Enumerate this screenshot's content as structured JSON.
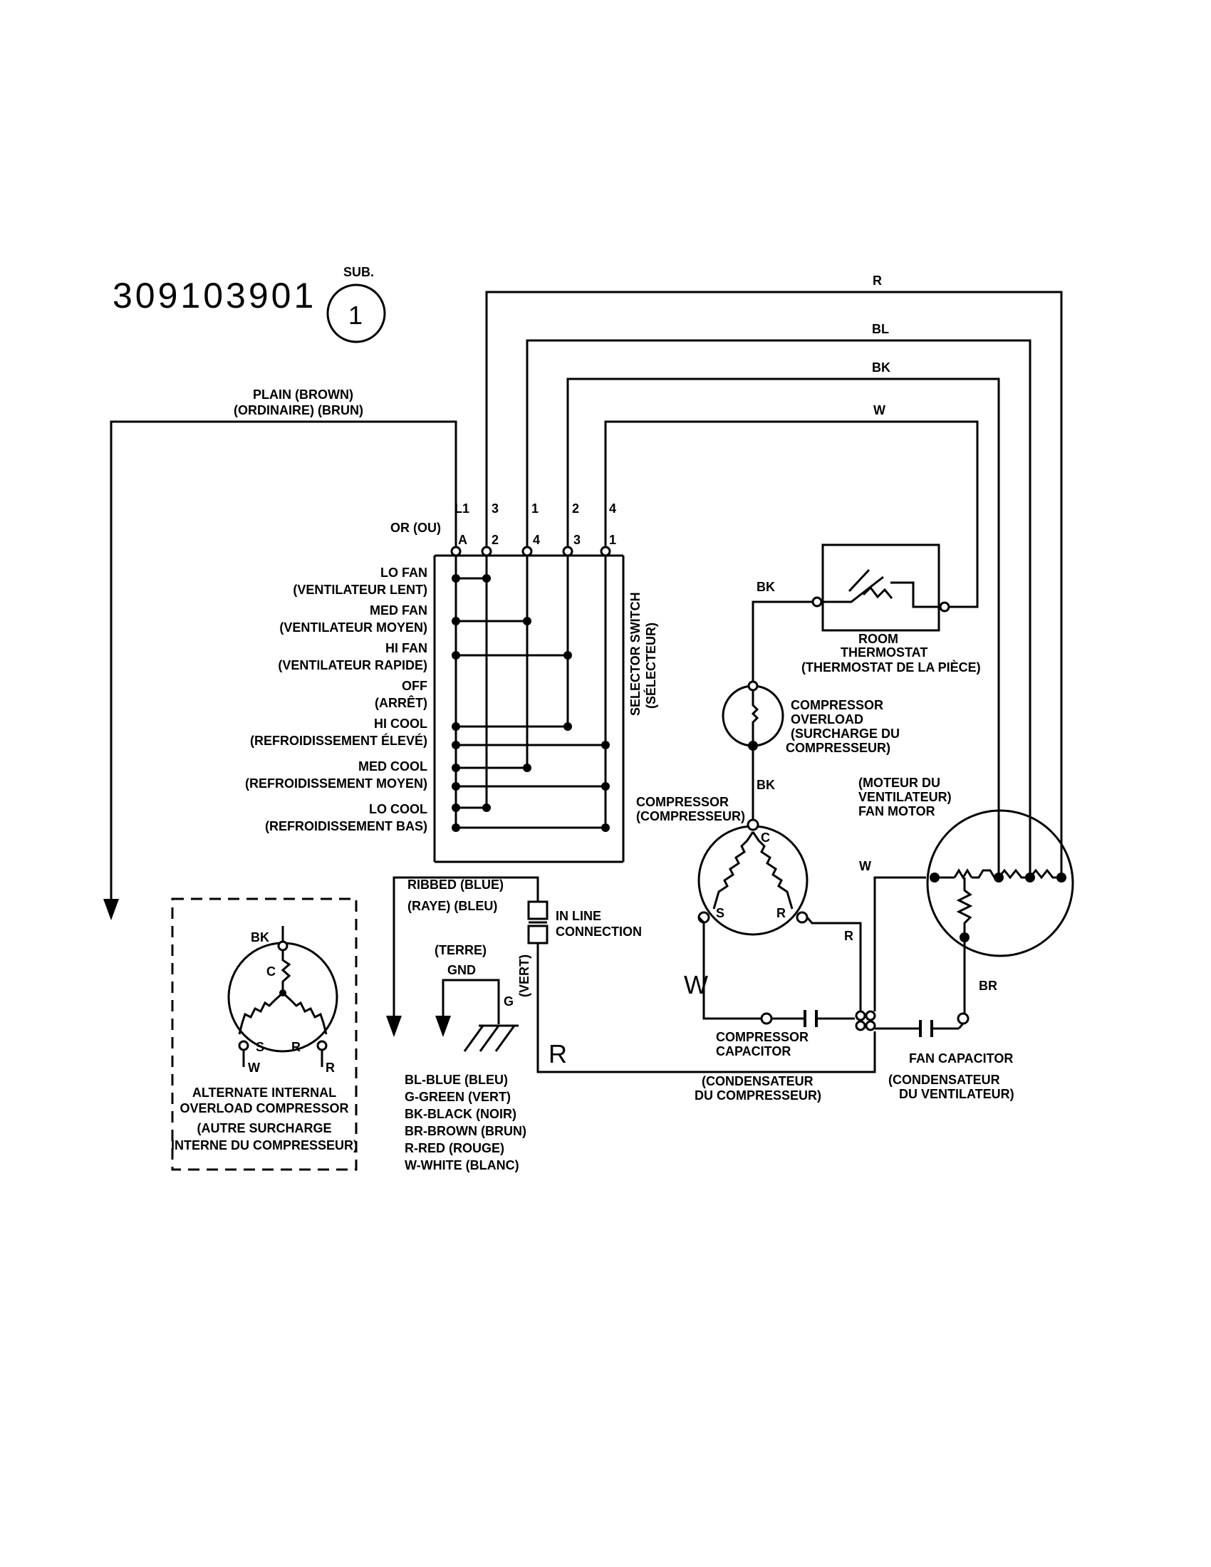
{
  "header": {
    "part_number": "309103901",
    "sub_label": "SUB.",
    "sub_number": "1"
  },
  "wires": {
    "top_r": "R",
    "top_bl": "BL",
    "top_bk": "BK",
    "top_w": "W",
    "plain_line1": "PLAIN   (BROWN)",
    "plain_line2": "(ORDINAIRE)   (BRUN)",
    "ribbed_line1": "RIBBED  (BLUE)",
    "ribbed_line2": "(RAYE)  (BLEU)",
    "vert": "(VERT)",
    "thermo_bk": "BK",
    "comp_bk": "BK",
    "fan_w": "W",
    "cap_r": "R",
    "fan_br": "BR",
    "big_w": "W",
    "big_r": "R"
  },
  "selector": {
    "or_label": "OR (OU)",
    "top_terminals": [
      "L1",
      "3",
      "1",
      "2",
      "4"
    ],
    "bottom_terminals": [
      "A",
      "2",
      "4",
      "3",
      "1"
    ],
    "title_line1": "SELECTOR SWITCH",
    "title_line2": "(SÉLECTEUR)",
    "positions": [
      {
        "name": "LO FAN",
        "alt": "(VENTILATEUR LENT)"
      },
      {
        "name": "MED FAN",
        "alt": "(VENTILATEUR MOYEN)"
      },
      {
        "name": "HI FAN",
        "alt": "(VENTILATEUR RAPIDE)"
      },
      {
        "name": "OFF",
        "alt": "(ARRÊT)"
      },
      {
        "name": "HI COOL",
        "alt": "(REFROIDISSEMENT ÉLEVÉ)"
      },
      {
        "name": "MED COOL",
        "alt": "(REFROIDISSEMENT MOYEN)"
      },
      {
        "name": "LO COOL",
        "alt": "(REFROIDISSEMENT BAS)"
      }
    ]
  },
  "components": {
    "thermostat_line1": "ROOM",
    "thermostat_line2": "THERMOSTAT",
    "thermostat_line3": "(THERMOSTAT DE LA PIÈCE)",
    "overload_line1": "COMPRESSOR",
    "overload_line2": "OVERLOAD",
    "overload_line3": "(SURCHARGE DU",
    "overload_line4": "COMPRESSEUR)",
    "compressor_line1": "COMPRESSOR",
    "compressor_line2": "(COMPRESSEUR)",
    "comp_c": "C",
    "comp_s": "S",
    "comp_r": "R",
    "fan_motor_line1": "(MOTEUR DU",
    "fan_motor_line2": "VENTILATEUR)",
    "fan_motor_line3": "FAN MOTOR",
    "inline_line1": "IN LINE",
    "inline_line2": "CONNECTION",
    "comp_cap_line1": "COMPRESSOR",
    "comp_cap_line2": "CAPACITOR",
    "comp_cap_fr1": "(CONDENSATEUR",
    "comp_cap_fr2": "DU COMPRESSEUR)",
    "fan_cap_line1": "FAN CAPACITOR",
    "fan_cap_fr1": "(CONDENSATEUR",
    "fan_cap_fr2": "DU VENTILATEUR)"
  },
  "ground": {
    "terre": "(TERRE)",
    "gnd": "GND",
    "g": "G"
  },
  "alternate": {
    "bk": "BK",
    "c": "C",
    "s": "S",
    "r": "R",
    "w": "W",
    "r2": "R",
    "line1": "ALTERNATE INTERNAL",
    "line2": "OVERLOAD COMPRESSOR",
    "line3": "(AUTRE SURCHARGE",
    "line4": "INTERNE DU COMPRESSEUR)"
  },
  "legend": [
    "BL-BLUE (BLEU)",
    "G-GREEN (VERT)",
    "BK-BLACK (NOIR)",
    "BR-BROWN (BRUN)",
    "R-RED (ROUGE)",
    "W-WHITE (BLANC)"
  ]
}
